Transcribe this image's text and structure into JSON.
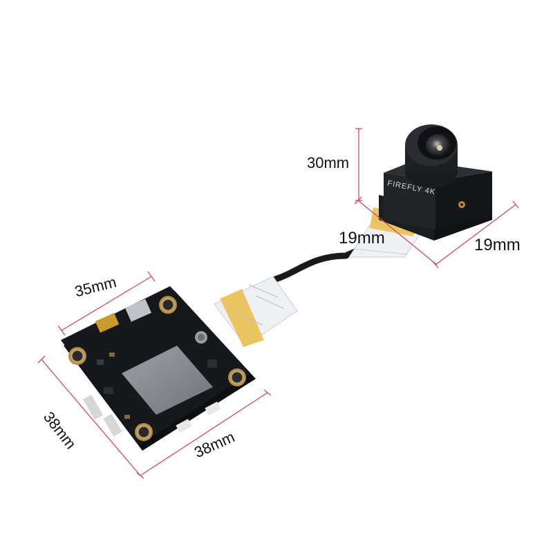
{
  "dimensions": {
    "camera_height": "30mm",
    "camera_width_front": "19mm",
    "camera_width_side": "19mm",
    "board_hole_spacing": "35mm",
    "board_side_left": "38mm",
    "board_side_bottom": "38mm"
  },
  "camera": {
    "brand_text": "FIREFLY 4K"
  },
  "colors": {
    "dimension_line": "#d9475a",
    "board": "#17181b",
    "camera_body": "#1c1d20",
    "ribbon": "#eef0f4",
    "ribbon_tape": "#e9c25a"
  }
}
